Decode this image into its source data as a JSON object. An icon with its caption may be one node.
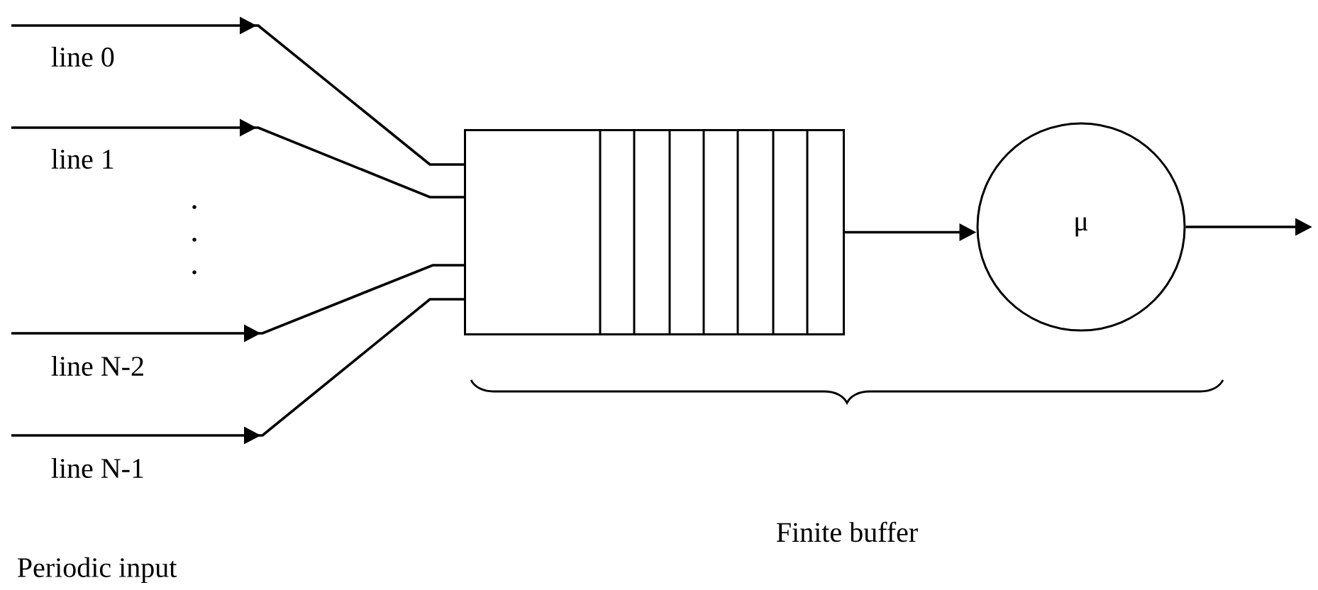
{
  "diagram": {
    "nodes": [
      {
        "text": [
          "line 0"
        ]
      },
      {
        "text": [
          "line 1"
        ]
      },
      {
        "text": [
          "line N-2"
        ]
      },
      {
        "text": [
          "line N-1"
        ]
      },
      {
        "text": [],
        "shape": "box"
      },
      {
        "text": [
          "μ"
        ]
      }
    ],
    "edges": [
      {
        "from": 0,
        "to": 4,
        "arrow": "to"
      },
      {
        "from": 1,
        "to": 4,
        "arrow": "to"
      },
      {
        "from": 2,
        "to": 4,
        "arrow": "to"
      },
      {
        "from": 3,
        "to": 4,
        "arrow": "to"
      },
      {
        "from": 4,
        "to": 5,
        "arrow": "to"
      },
      {
        "from": 5,
        "to": null,
        "arrow": "to"
      }
    ],
    "labels": [
      "Finite buffer",
      "Periodic input"
    ]
  }
}
